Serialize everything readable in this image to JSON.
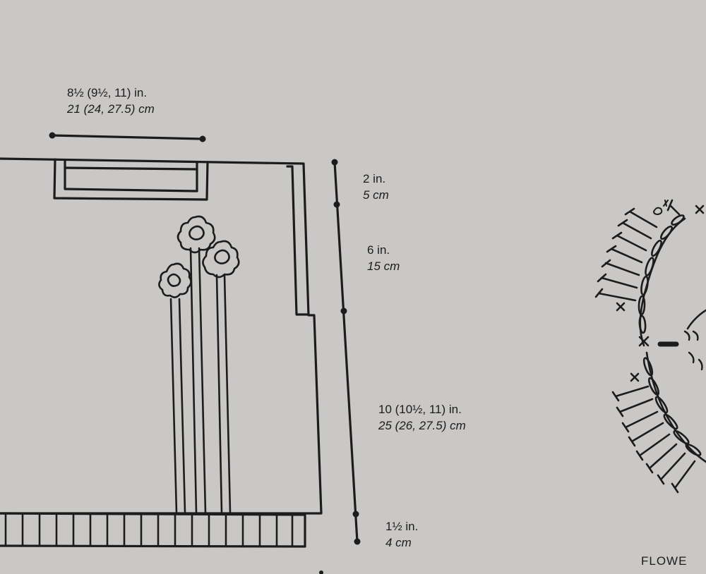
{
  "labels": {
    "neck_width": {
      "inches": "8½ (9½, 11) in.",
      "cm": "21 (24, 27.5) cm"
    },
    "armhole_top": {
      "inches": "2 in.",
      "cm": "5 cm"
    },
    "armhole": {
      "inches": "6 in.",
      "cm": "15 cm"
    },
    "body_length": {
      "inches": "10 (10½, 11) in.",
      "cm": "25 (26, 27.5) cm"
    },
    "ribbing": {
      "inches": "1½ in.",
      "cm": "4 cm"
    },
    "flower_caption": "FLOWE"
  },
  "colors": {
    "paper": "#c9c8c6",
    "ink": "#1c1c1c"
  }
}
